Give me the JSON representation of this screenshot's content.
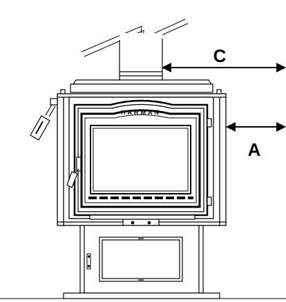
{
  "diagram": {
    "brand_text": "HARMAN",
    "labels": {
      "clearance_back": "C",
      "clearance_side": "A"
    },
    "colors": {
      "line": "#000000",
      "background": "#ffffff"
    }
  }
}
